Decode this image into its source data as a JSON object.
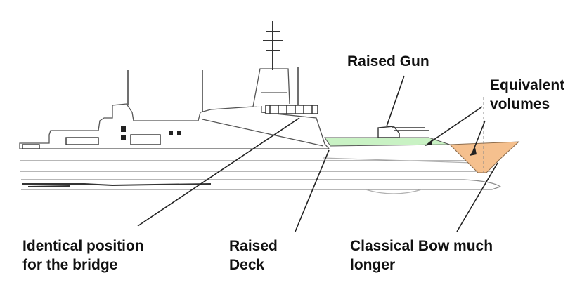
{
  "labels": {
    "raised_gun": [
      "Raised Gun"
    ],
    "equivalent_volumes": [
      "Equivalent",
      "volumes"
    ],
    "identical_position": [
      "Identical position",
      "for the bridge"
    ],
    "raised_deck": [
      "Raised",
      "Deck"
    ],
    "classical_bow": [
      "Classical Bow much",
      "longer"
    ]
  },
  "colors": {
    "hull_line": "#444444",
    "light_line": "#9a9a9a",
    "raised_deck_fill": "#c9f2c4",
    "bow_fill": "#f5c08e",
    "text": "#111111"
  }
}
